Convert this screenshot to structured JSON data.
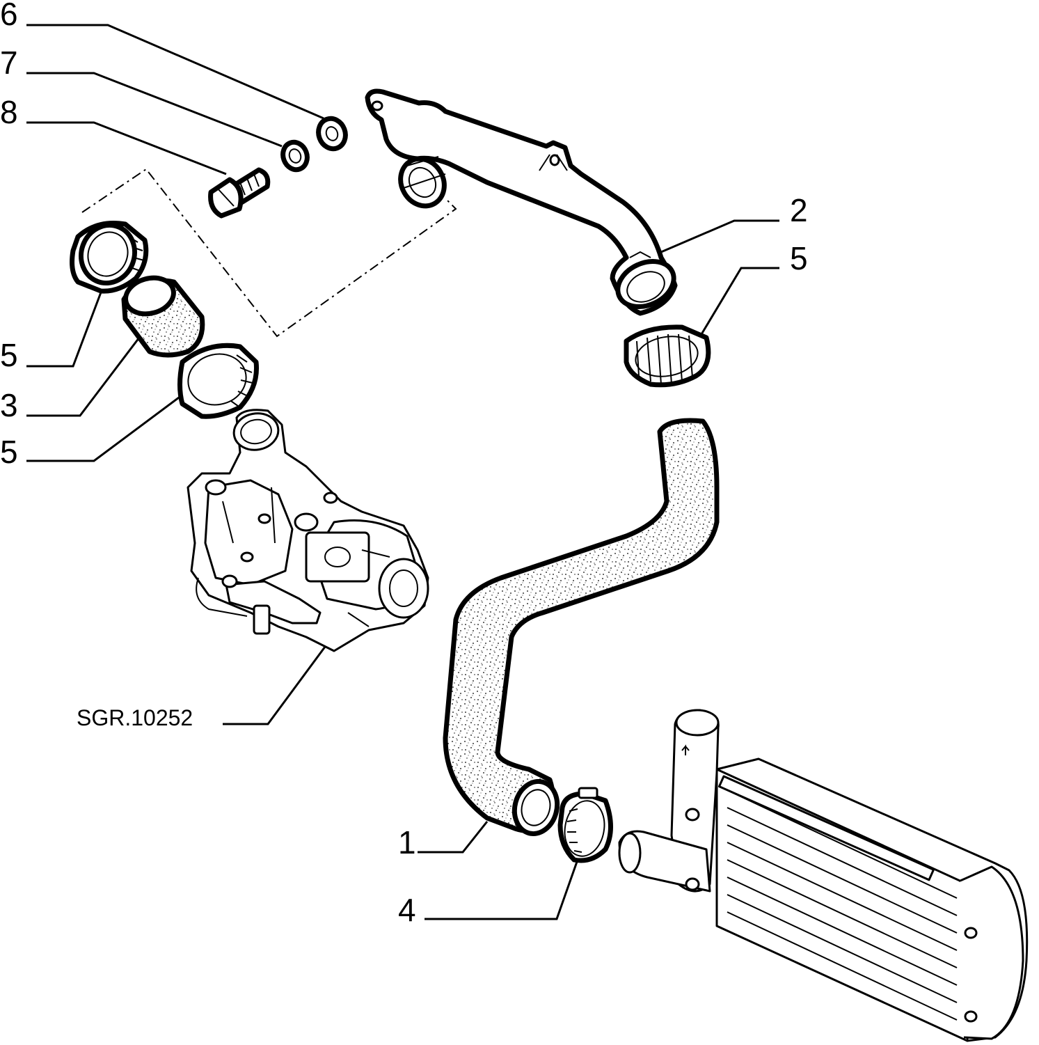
{
  "callouts": {
    "c6": "6",
    "c7": "7",
    "c8": "8",
    "c2": "2",
    "c5_right": "5",
    "c5_left_top": "5",
    "c3": "3",
    "c5_left_bottom": "5",
    "c1": "1",
    "c4": "4"
  },
  "reference_code": "SGR.10252"
}
